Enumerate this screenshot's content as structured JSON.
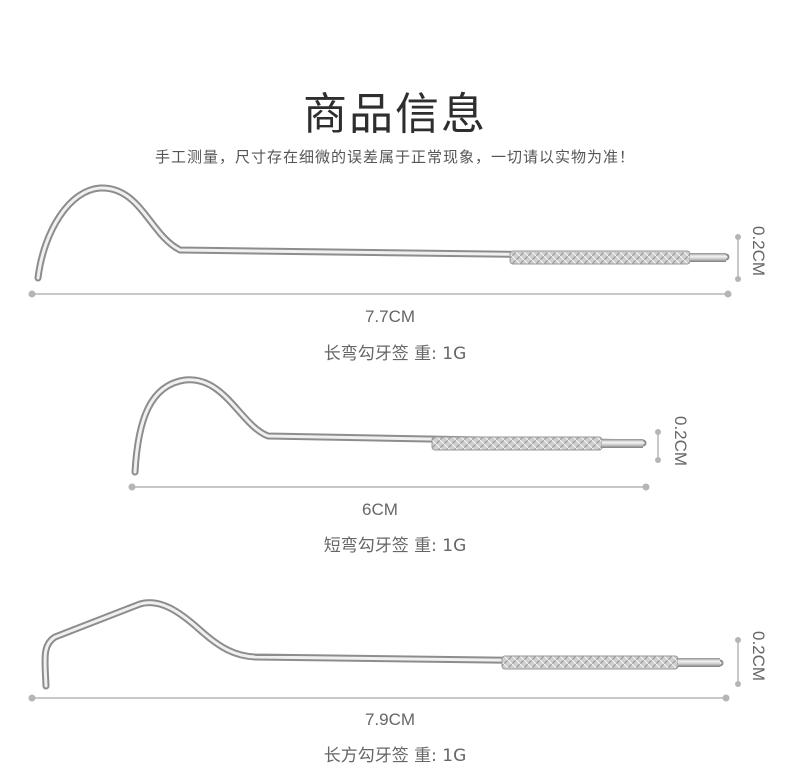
{
  "header": {
    "title": "商品信息",
    "subtitle": "手工测量，尺寸存在细微的误差属于正常现象，一切请以实物为准！"
  },
  "products": [
    {
      "name": "长弯勾牙签",
      "weight_label": "重: 1G",
      "length": "7.7CM",
      "diameter": "0.2CM"
    },
    {
      "name": "短弯勾牙签",
      "weight_label": "重: 1G",
      "length": "6CM",
      "diameter": "0.2CM"
    },
    {
      "name": "长方勾牙签",
      "weight_label": "重: 1G",
      "length": "7.9CM",
      "diameter": "0.2CM"
    }
  ],
  "colors": {
    "metal_light": "#f2f2f2",
    "metal_dark": "#9a9a9a",
    "dim_line": "#b5b5b5",
    "text": "#666666"
  }
}
